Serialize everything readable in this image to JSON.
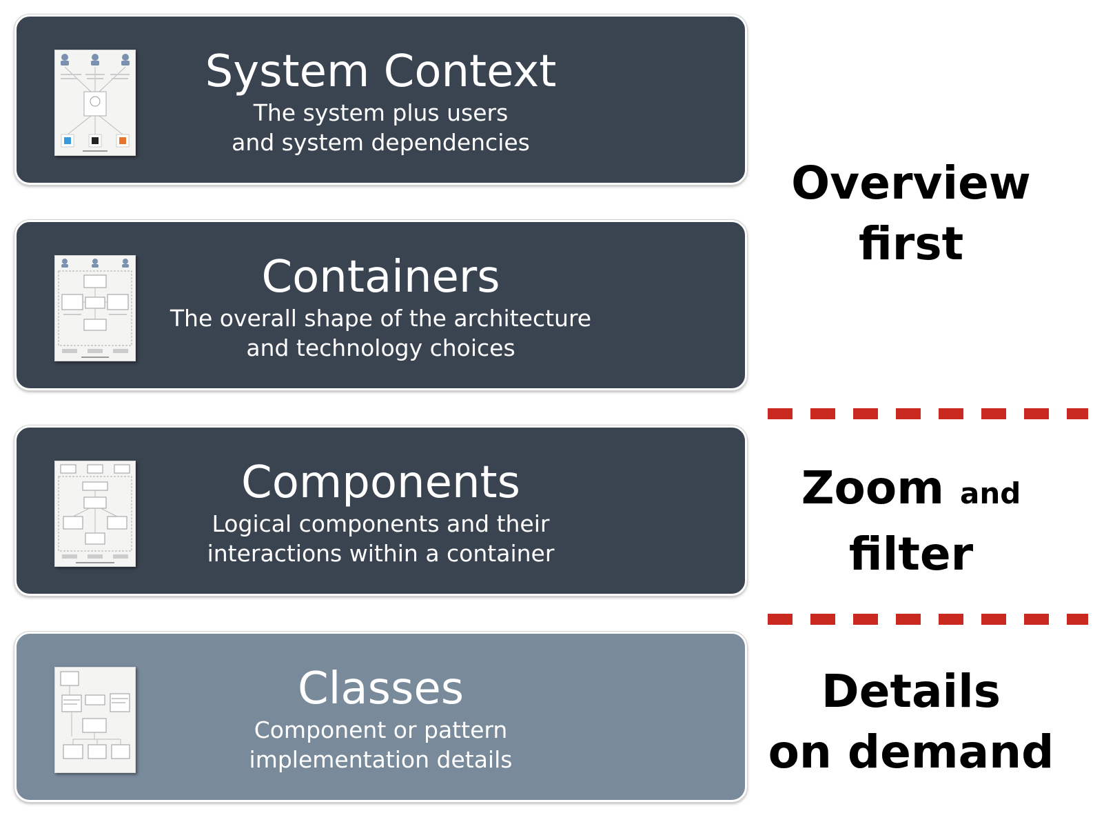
{
  "levels": [
    {
      "title": "System Context",
      "lines": [
        "The system plus users",
        "and system dependencies"
      ]
    },
    {
      "title": "Containers",
      "lines": [
        "The overall shape of the architecture",
        "and technology choices"
      ]
    },
    {
      "title": "Components",
      "lines": [
        "Logical components and their",
        "interactions within a container"
      ]
    },
    {
      "title": "Classes",
      "lines": [
        "Component or pattern",
        "implementation details"
      ]
    }
  ],
  "side_labels": {
    "overview": {
      "line1": "Overview",
      "line2": "first"
    },
    "zoom": {
      "word": "Zoom",
      "small": "and",
      "line2": "filter"
    },
    "details": {
      "line1": "Details",
      "line2": "on demand"
    }
  },
  "colors": {
    "dark_box": "#3a4350",
    "light_box": "#798a9b",
    "divider": "#c8281e"
  }
}
